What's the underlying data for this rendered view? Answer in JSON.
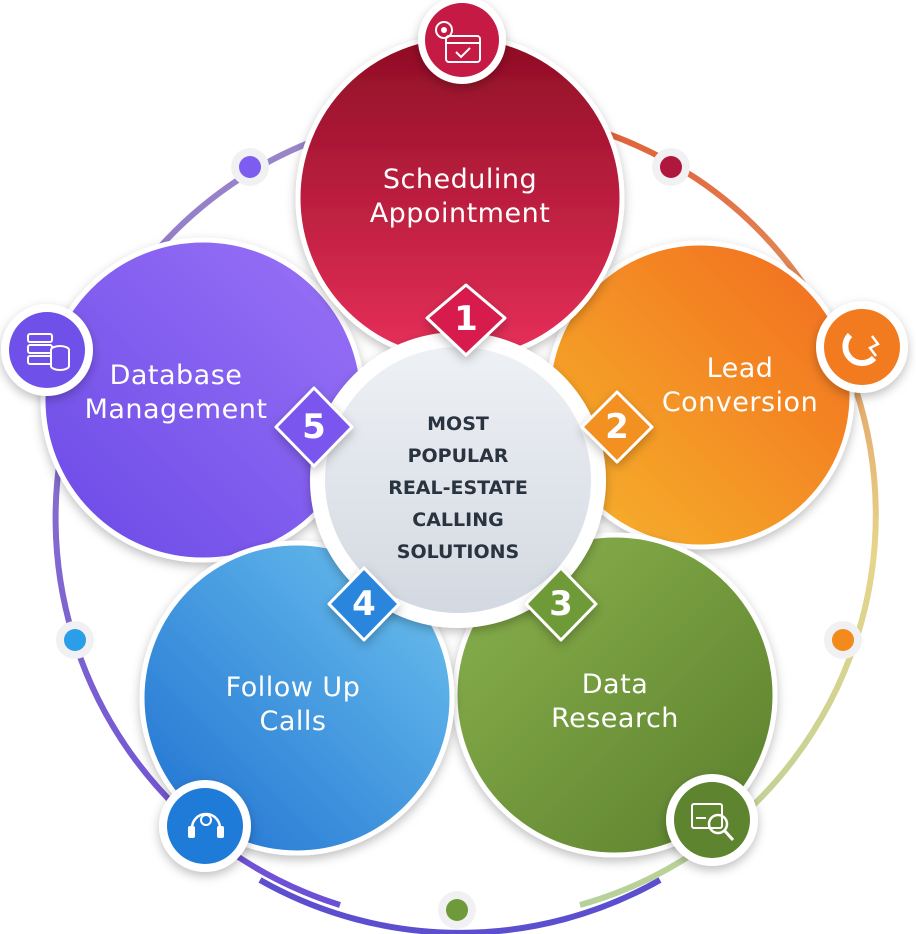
{
  "center": {
    "lines": [
      "MOST",
      "POPULAR",
      "REAL-ESTATE",
      "CALLING",
      "SOLUTIONS"
    ]
  },
  "segments": [
    {
      "number": "1",
      "lines": [
        "Scheduling",
        "Appointment"
      ],
      "icon": "calendar-gear-icon",
      "color": "#c8163f"
    },
    {
      "number": "2",
      "lines": [
        "Lead",
        "Conversion"
      ],
      "icon": "magnet-icon",
      "color": "#f28a1e"
    },
    {
      "number": "3",
      "lines": [
        "Data",
        "Research"
      ],
      "icon": "data-analysis-icon",
      "color": "#6f9a3a"
    },
    {
      "number": "4",
      "lines": [
        "Follow Up",
        "Calls"
      ],
      "icon": "headset-icon",
      "color": "#2a8ad6"
    },
    {
      "number": "5",
      "lines": [
        "Database",
        "Management"
      ],
      "icon": "database-server-icon",
      "color": "#7d5cf0"
    }
  ]
}
